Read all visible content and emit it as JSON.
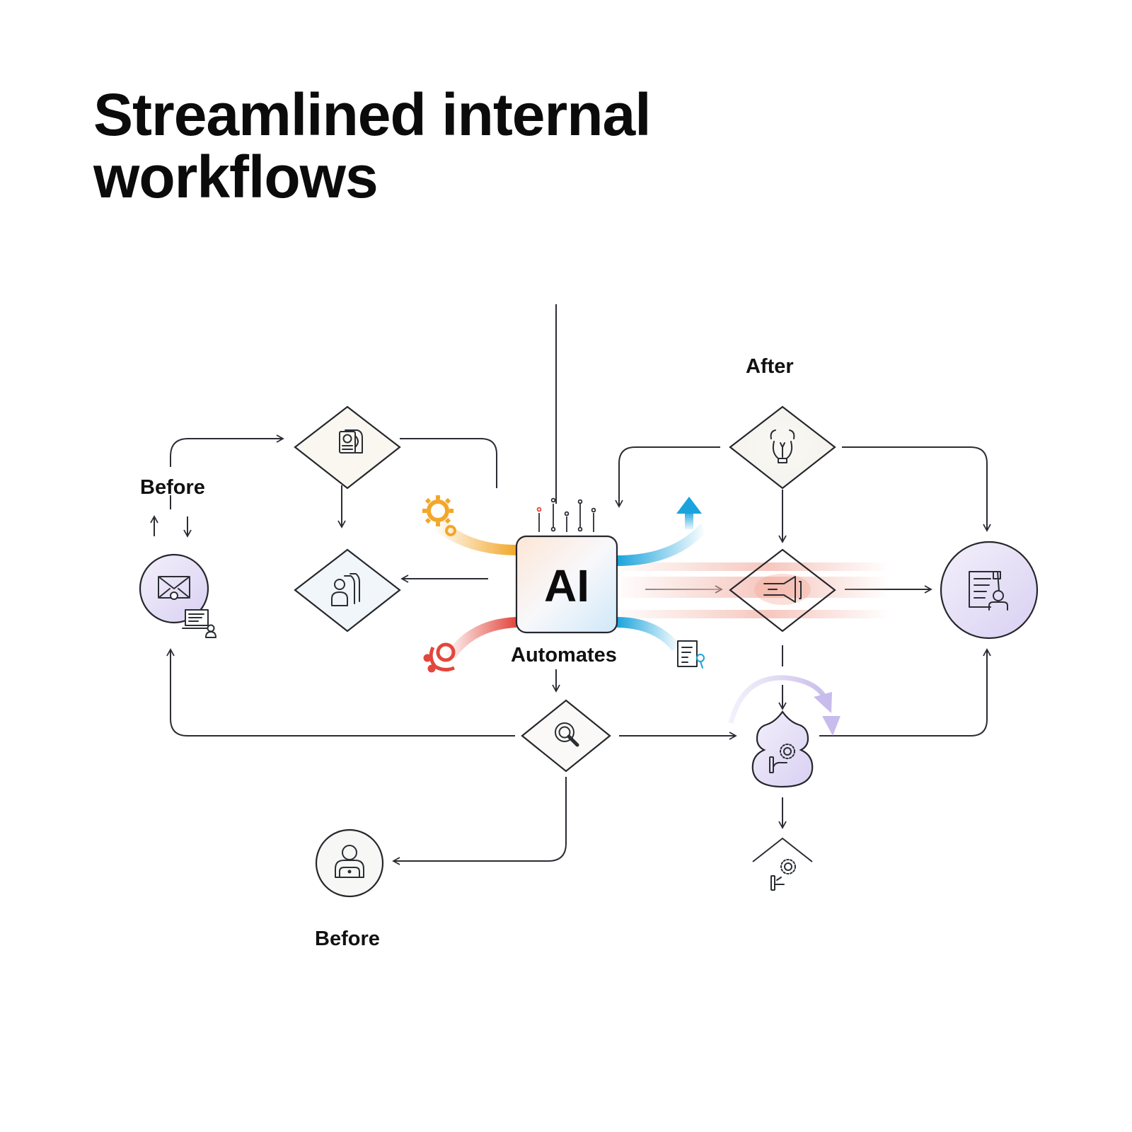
{
  "title": {
    "line1": "Streamlined internal",
    "line2": "workflows"
  },
  "labels": {
    "before_top": "Before",
    "before_bottom": "Before",
    "after": "After",
    "automates": "Automates",
    "ai": "AI"
  },
  "colors": {
    "gear_orange": "#f2a72a",
    "arrow_blue": "#1aa3dc",
    "gear_red": "#e2463d",
    "glow_red": "#f2a89a",
    "lavender": "#d7cfef",
    "line": "#2a2d33"
  },
  "nodes": [
    {
      "id": "before-circle",
      "shape": "circle",
      "icon": "mail-laptop-user-icon"
    },
    {
      "id": "diamond-profile-docs",
      "shape": "diamond",
      "icon": "profile-documents-icon"
    },
    {
      "id": "diamond-people-stack",
      "shape": "diamond",
      "icon": "people-stack-icon"
    },
    {
      "id": "ai-core",
      "shape": "rounded-square",
      "icon": "ai-chip"
    },
    {
      "id": "diamond-search",
      "shape": "diamond",
      "icon": "search-icon"
    },
    {
      "id": "before-user-circle",
      "shape": "circle",
      "icon": "user-icon"
    },
    {
      "id": "diamond-idea",
      "shape": "diamond",
      "icon": "lightbulb-icon"
    },
    {
      "id": "diamond-megaphone",
      "shape": "diamond",
      "icon": "megaphone-icon"
    },
    {
      "id": "after-doc-circle",
      "shape": "circle",
      "icon": "document-user-icon"
    },
    {
      "id": "blob-settings",
      "shape": "blob",
      "icon": "settings-lever-icon"
    },
    {
      "id": "house-settings",
      "shape": "roof",
      "icon": "settings-lever-icon"
    }
  ]
}
